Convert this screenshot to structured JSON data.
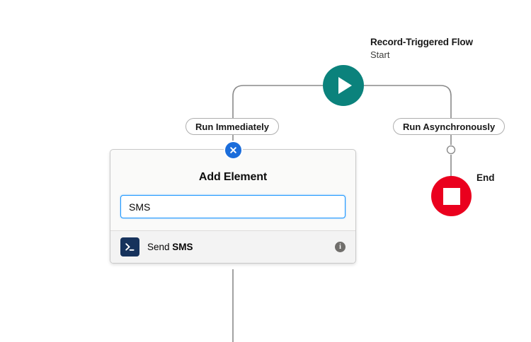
{
  "canvas": {
    "background": "#ffffff",
    "accent_teal": "#0b827c",
    "accent_red": "#ea001e",
    "accent_blue": "#1b6ddb",
    "focus_blue": "#1b96ff",
    "icon_navy": "#16325c",
    "connector_gray": "#8a8a8a"
  },
  "start": {
    "icon": "play-triangle-icon",
    "title": "Record-Triggered Flow",
    "subtitle": "Start"
  },
  "branches": [
    {
      "label": "Run Immediately"
    },
    {
      "label": "Run Asynchronously"
    }
  ],
  "end": {
    "icon": "stop-square-icon",
    "label": "End"
  },
  "panel": {
    "title": "Add Element",
    "close_label": "close-icon",
    "search": {
      "value": "SMS",
      "placeholder": "Search elements"
    },
    "results": [
      {
        "icon": "terminal-prompt-icon",
        "label_prefix": "Send ",
        "label_match": "SMS",
        "info": "i"
      }
    ]
  }
}
